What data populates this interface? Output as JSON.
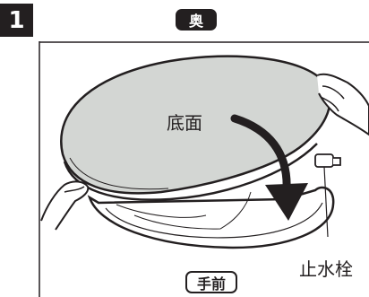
{
  "step": {
    "number": "1"
  },
  "direction": {
    "back": "奥",
    "front": "手前"
  },
  "labels": {
    "bottom_surface": "底面",
    "water_stopcock": "止水栓"
  },
  "icons": [
    "arrow-icon",
    "hand-icon"
  ],
  "colors": {
    "ink": "#231f20",
    "lid_fill": "#d3d6d3",
    "background": "#ffffff"
  }
}
